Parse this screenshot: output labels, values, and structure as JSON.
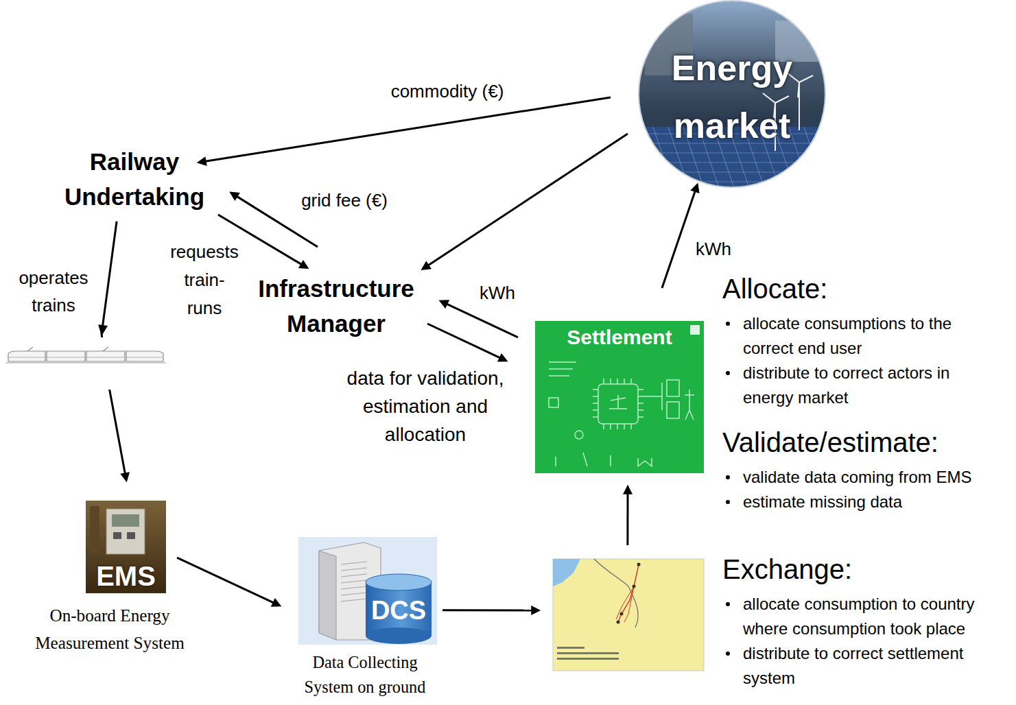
{
  "diagram": {
    "nodes": [
      {
        "text": [
          "Energy market"
        ]
      },
      {
        "text": [
          "Railway Undertaking"
        ]
      },
      {
        "text": [
          "Infrastructure Manager"
        ]
      },
      {
        "text": [
          "Settlement",
          "Allocate:",
          "allocate consumptions to the correct end user",
          "distribute to correct actors in energy market",
          "Validate/estimate:",
          "validate data coming from EMS",
          "estimate missing data"
        ]
      },
      {
        "text": [
          "EMS",
          "On-board Energy Measurement System"
        ]
      },
      {
        "text": [
          "DCS",
          "Data Collecting System on ground"
        ]
      },
      {
        "text": [
          "Exchange:",
          "allocate consumption to country where consumption took place",
          "distribute to correct settlement system"
        ]
      }
    ],
    "edges": [
      {
        "from": 0,
        "to": 1,
        "arrow": "to",
        "label": "commodity (€)"
      },
      {
        "from": 2,
        "to": 1,
        "arrow": "to",
        "label": "grid fee (€)"
      },
      {
        "from": 1,
        "to": 2,
        "arrow": "to",
        "label": "requests train-runs"
      },
      {
        "from": 0,
        "to": 2,
        "arrow": "to"
      },
      {
        "from": 3,
        "to": 2,
        "arrow": "to",
        "label": "kWh"
      },
      {
        "from": 2,
        "to": 3,
        "arrow": "to",
        "label": "data for validation, estimation and allocation"
      },
      {
        "from": 3,
        "to": 0,
        "arrow": "to",
        "label": "kWh"
      },
      {
        "from": 1,
        "to": 4,
        "arrow": "to",
        "label": "operates trains"
      },
      {
        "from": 4,
        "to": 5,
        "arrow": "to"
      },
      {
        "from": 5,
        "to": 6,
        "arrow": "to"
      },
      {
        "from": 6,
        "to": 3,
        "arrow": "to"
      }
    ]
  }
}
